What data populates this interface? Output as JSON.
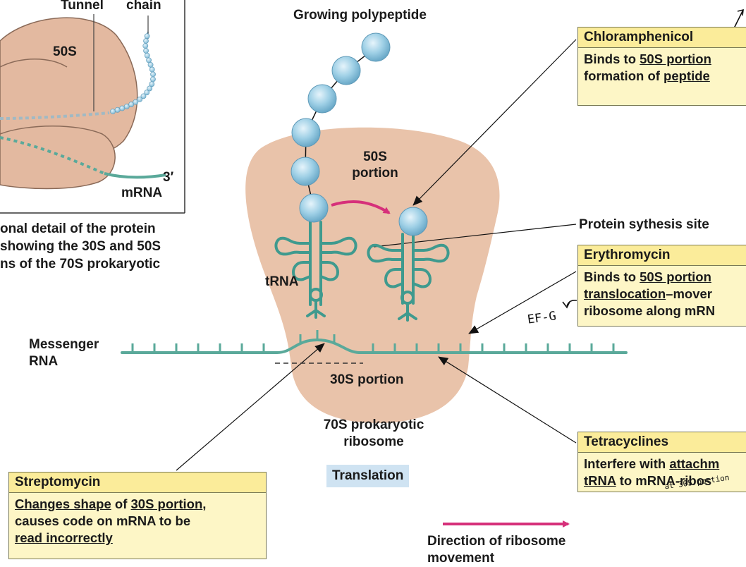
{
  "inset": {
    "tunnel": "Tunnel",
    "chain": "chain",
    "label_50s": "50S",
    "label_3prime": "3′",
    "mrna": "mRNA",
    "caption_line1": "onal detail of the protein",
    "caption_line2": "showing the 30S and 50S",
    "caption_line3": "ns of the 70S prokaryotic"
  },
  "main": {
    "growing_polypeptide": "Growing polypeptide",
    "portion_50s_line1": "50S",
    "portion_50s_line2": "portion",
    "trna": "tRNA",
    "messenger_line1": "Messenger",
    "messenger_line2": "RNA",
    "portion_30s": "30S portion",
    "ribosome_line1": "70S prokaryotic",
    "ribosome_line2": "ribosome",
    "translation": "Translation",
    "protein_site": "Protein sythesis site",
    "direction_line1": "Direction of ribosome",
    "direction_line2": "movement"
  },
  "boxes": {
    "chloramphenicol": {
      "title": "Chloramphenicol",
      "l1a": "Binds to ",
      "l1u": "50S portion",
      "l2a": "formation of ",
      "l2u": "peptide"
    },
    "erythromycin": {
      "title": "Erythromycin",
      "l1a": "Binds to ",
      "l1u": "50S portion",
      "l2u": "translocation",
      "l2b": "–mover",
      "l3": "ribosome along mRN"
    },
    "tetracyclines": {
      "title": "Tetracyclines",
      "l1a": "Interfere with ",
      "l1u": "attachm",
      "l2u": "tRNA",
      "l2b": " to mRNA-ribos"
    },
    "streptomycin": {
      "title": "Streptomycin",
      "l1u1": "Changes shape",
      "l1a": " of ",
      "l1u2": "30S portion",
      "l1b": ",",
      "l2": "causes code on mRNA to be",
      "l3u": "read incorrectly"
    }
  },
  "handwriting": {
    "ef_g": "EF-G",
    "at_30s": "at 30S portion"
  },
  "colors": {
    "ribosome": "#e9c3aa",
    "rna": "#5aa99a",
    "bead": "#9fd0e6",
    "arrow": "#d6307a",
    "box_fill": "#fdf6c6",
    "box_title": "#fbec9a",
    "translation_fill": "#cfe3f2"
  }
}
